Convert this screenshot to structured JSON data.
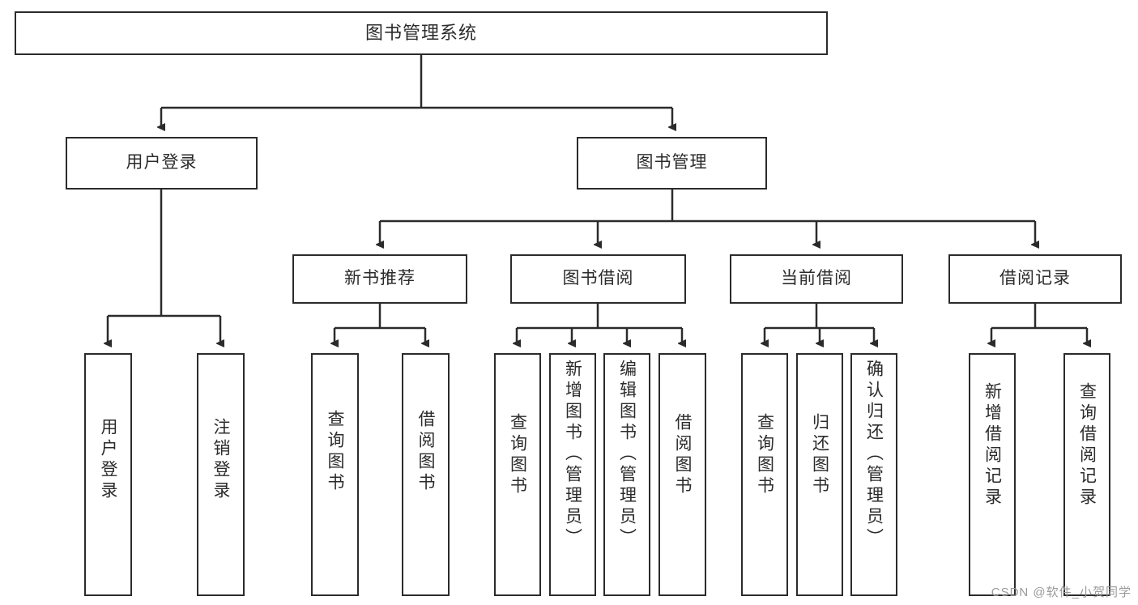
{
  "diagram": {
    "title": "图书管理系统",
    "watermark": "CSDN @软件_小贺同学",
    "line_color": "#2b2b2b",
    "box_border_color": "#2b2b2b",
    "box_fill": "#ffffff",
    "root": {
      "label": "图书管理系统"
    },
    "level2": [
      {
        "label": "用户登录"
      },
      {
        "label": "图书管理"
      }
    ],
    "level3": [
      {
        "label": "新书推荐"
      },
      {
        "label": "图书借阅"
      },
      {
        "label": "当前借阅"
      },
      {
        "label": "借阅记录"
      }
    ],
    "leaves": {
      "user_login": [
        {
          "label": "用户登录"
        },
        {
          "label": "注销登录"
        }
      ],
      "new_book": [
        {
          "label": "查询图书"
        },
        {
          "label": "借阅图书"
        }
      ],
      "book_borrow": [
        {
          "label": "查询图书"
        },
        {
          "label": "新增图书（管理员）"
        },
        {
          "label": "编辑图书（管理员）"
        },
        {
          "label": "借阅图书"
        }
      ],
      "current_borrow": [
        {
          "label": "查询图书"
        },
        {
          "label": "归还图书"
        },
        {
          "label": "确认归还（管理员）"
        }
      ],
      "borrow_record": [
        {
          "label": "新增借阅记录"
        },
        {
          "label": "查询借阅记录"
        }
      ]
    }
  }
}
